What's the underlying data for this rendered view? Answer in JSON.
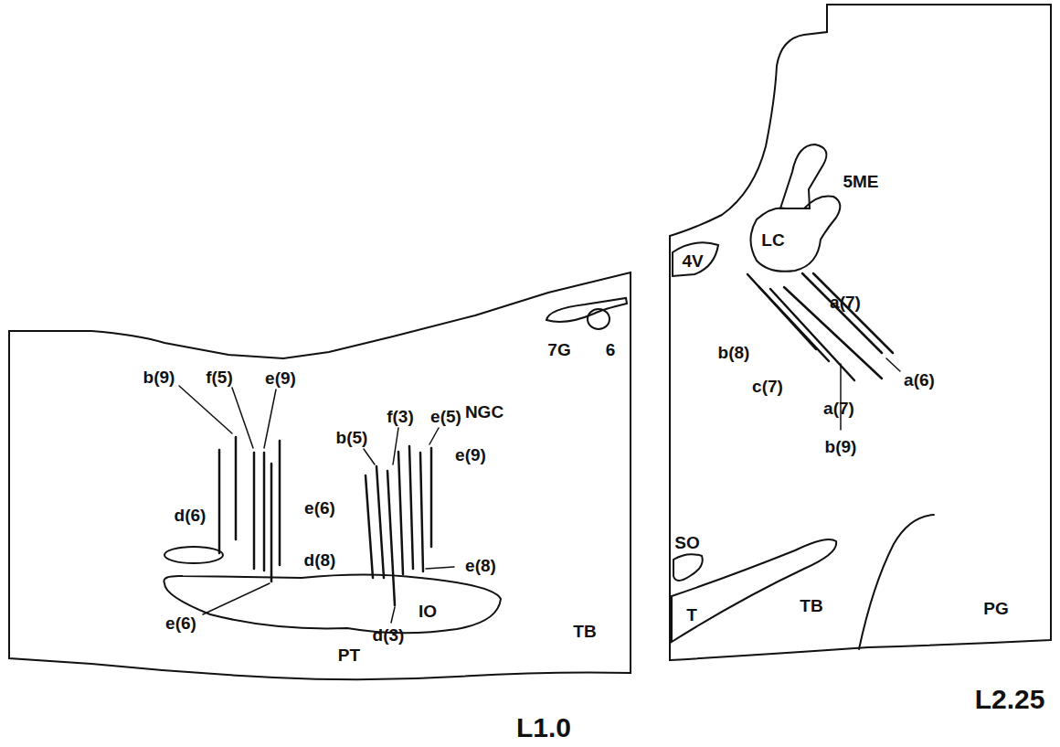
{
  "diagram": {
    "nodes": [
      {
        "text": [
          "L1.0"
        ]
      },
      {
        "text": [
          "IO"
        ],
        "in": 0
      },
      {
        "text": [
          "7G"
        ],
        "in": 0
      },
      {
        "text": [
          "6"
        ],
        "in": 0
      },
      {
        "text": [
          "L2.25"
        ]
      },
      {
        "text": [
          "4V"
        ],
        "in": 4
      },
      {
        "text": [
          "LC"
        ],
        "in": 4
      },
      {
        "text": [
          "5ME"
        ],
        "in": 4
      },
      {
        "text": [
          "SO"
        ],
        "in": 4
      },
      {
        "text": [
          "T"
        ],
        "in": 4
      }
    ],
    "labels": [
      "NGC",
      "PT",
      "TB",
      "b(9)",
      "f(5)",
      "e(9)",
      "d(6)",
      "e(6)",
      "e(6)",
      "b(5)",
      "f(3)",
      "e(5)",
      "e(9)",
      "d(8)",
      "d(3)",
      "e(8)",
      "a(7)",
      "b(8)",
      "a(6)",
      "c(7)",
      "a(7)",
      "b(9)",
      "TB",
      "PG"
    ]
  }
}
